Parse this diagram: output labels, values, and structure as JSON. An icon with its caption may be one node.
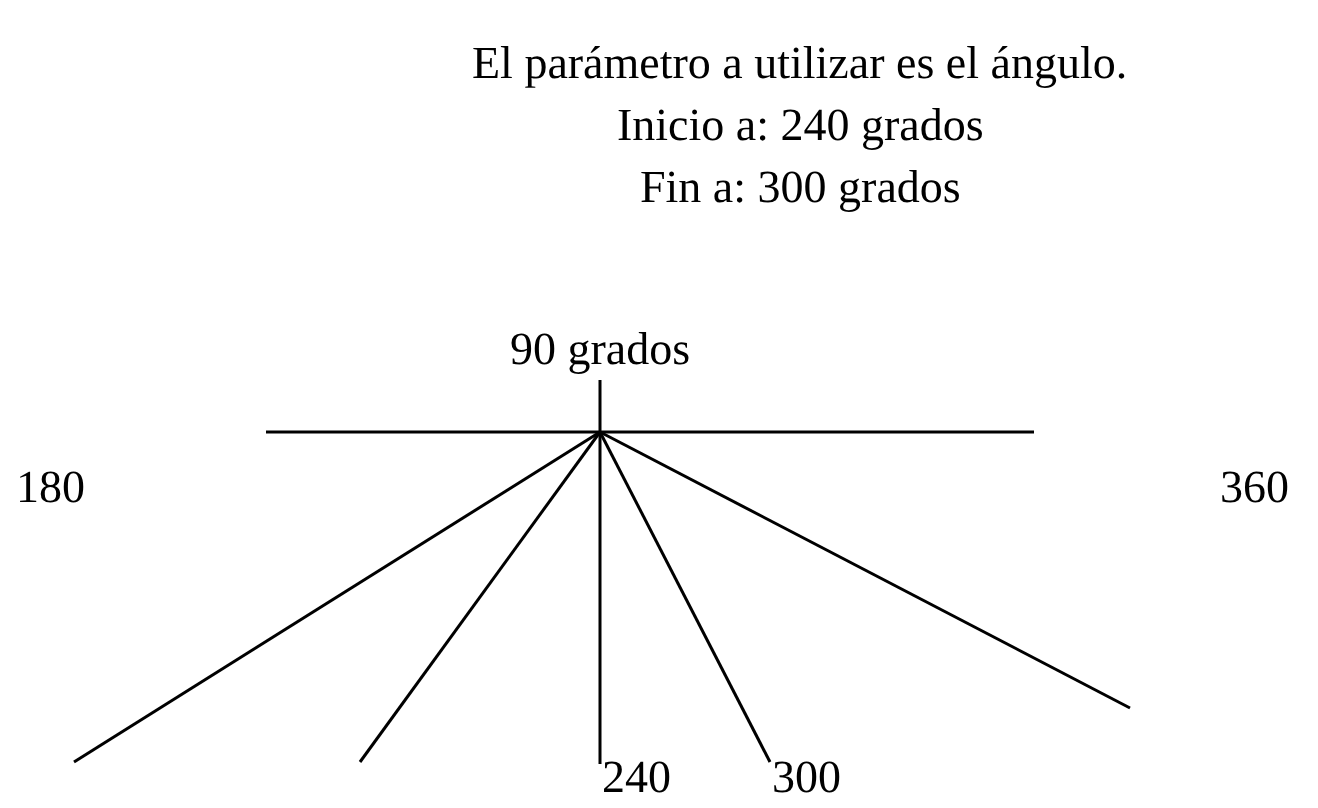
{
  "diagram": {
    "labels": [
      "El parámetro a utilizar es el ángulo.",
      "Inicio a: 240 grados",
      "Fin a: 300 grados",
      "90 grados",
      "180",
      "360",
      "240",
      "300"
    ]
  }
}
